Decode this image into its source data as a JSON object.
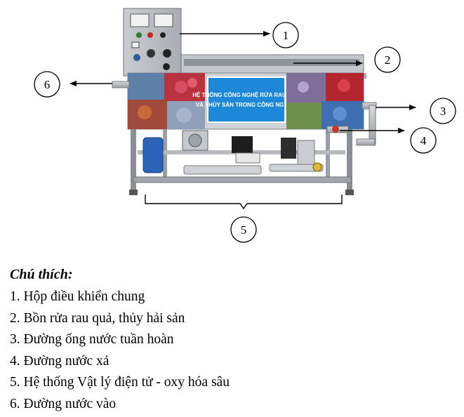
{
  "callouts": [
    {
      "number": "1"
    },
    {
      "number": "2"
    },
    {
      "number": "3"
    },
    {
      "number": "4"
    },
    {
      "number": "5"
    },
    {
      "number": "6"
    }
  ],
  "banner": {
    "line1": "HỆ THỐNG CÔNG NGHỆ RỬA RAU QUẢ",
    "line2": "VÀ THỦY SẢN TRONG CÔNG NGHIỆP"
  },
  "legend": {
    "title": "Chú thích:",
    "items": [
      "1. Hộp điều khiển chung",
      "2. Bồn rửa rau quả, thủy hải sản",
      "3. Đường ống nước tuần hoàn",
      "4. Đường nước xả",
      "5. Hệ thống Vật lý điện tử - oxy hóa sâu",
      "6. Đường nước vào"
    ]
  },
  "colors": {
    "banner_blue": "#1e88d8",
    "steel": "#b9bcc0",
    "frame": "#8a8f95"
  }
}
